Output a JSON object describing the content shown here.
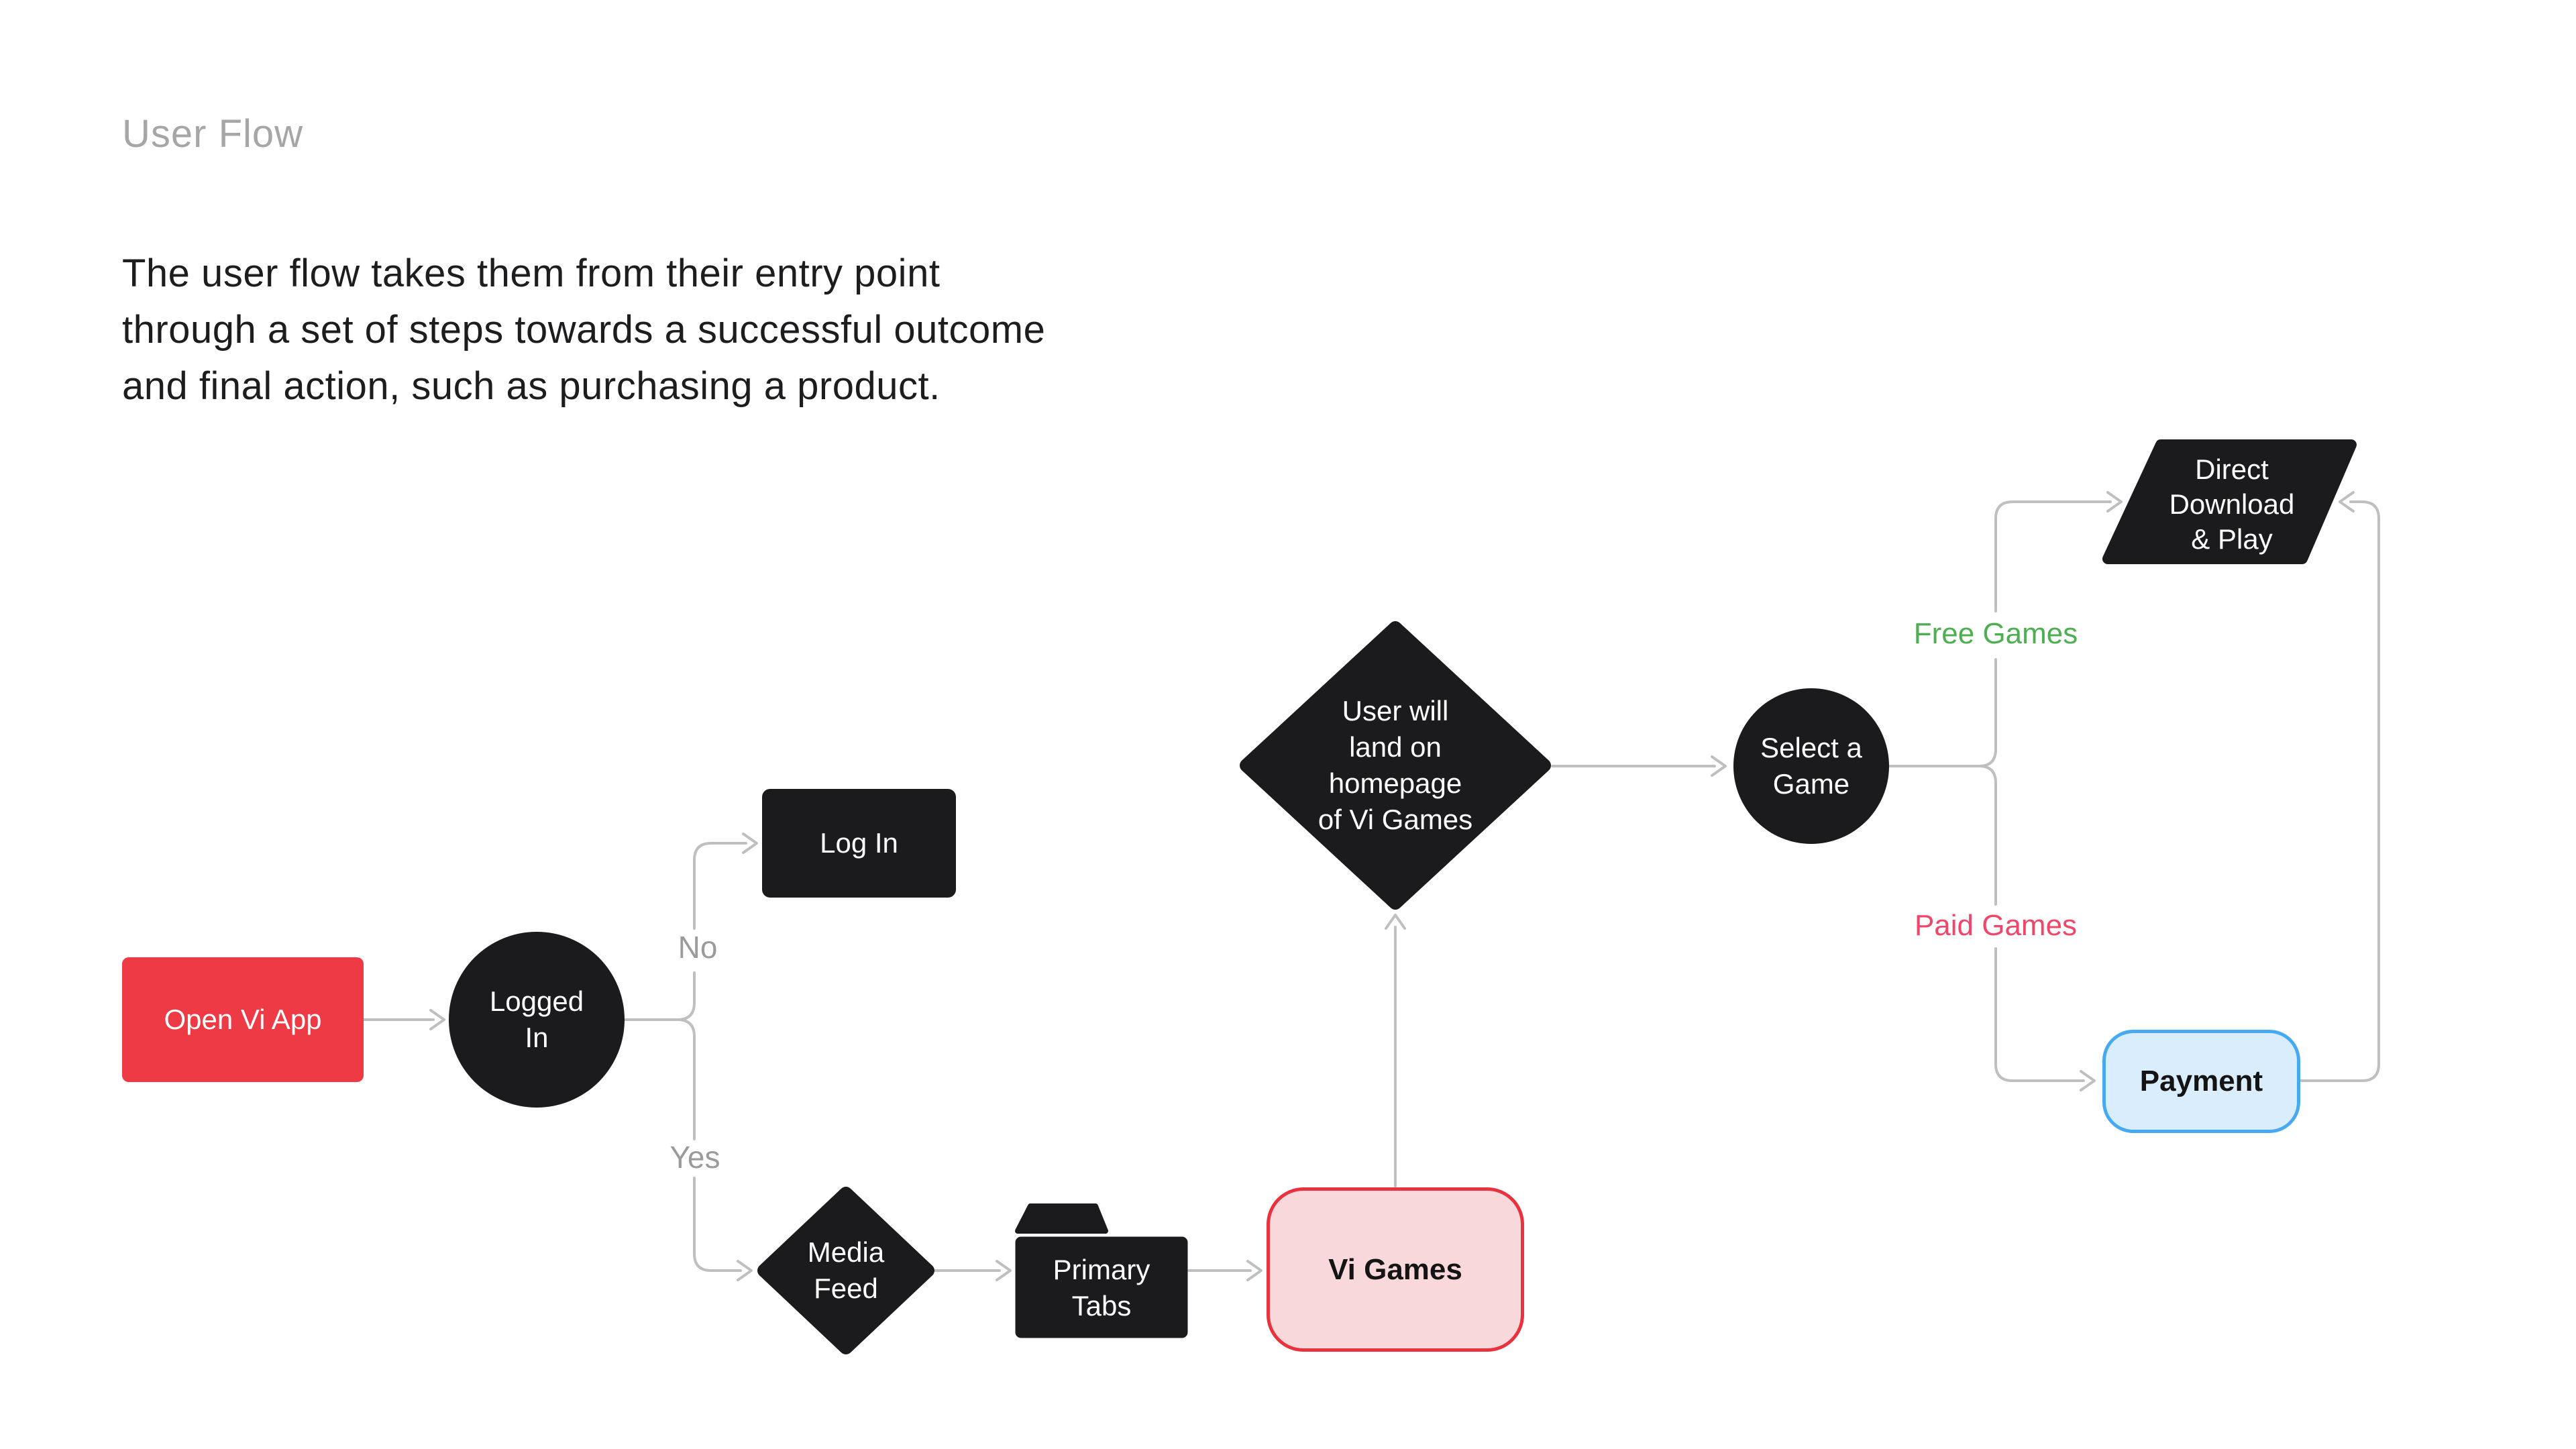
{
  "header": {
    "title": "User Flow",
    "description": "The user flow takes them from their entry point\nthrough a set of steps towards a successful outcome\nand final action, such as purchasing a product."
  },
  "nodes": {
    "open_vi_app": {
      "label": "Open Vi App",
      "fill": "#EE3A44",
      "text_color": "#FFFFFF"
    },
    "logged_in": {
      "label": "Logged\nIn",
      "fill": "#1B1B1D"
    },
    "log_in": {
      "label": "Log In",
      "fill": "#1B1B1D"
    },
    "media_feed": {
      "label": "Media\nFeed",
      "fill": "#1B1B1D"
    },
    "primary_tabs": {
      "label": "Primary\nTabs",
      "fill": "#1B1B1D"
    },
    "vi_games": {
      "label": "Vi Games",
      "fill": "#F9D8DB",
      "border": "#E8323E"
    },
    "landing": {
      "label": "User will\nland on\nhomepage\nof Vi Games",
      "fill": "#1B1B1D"
    },
    "select_game": {
      "label": "Select a\nGame",
      "fill": "#1B1B1D"
    },
    "direct_download": {
      "label": "Direct\nDownload\n& Play",
      "fill": "#1B1B1D"
    },
    "payment": {
      "label": "Payment",
      "fill": "#D9EDFC",
      "border": "#45AAF2"
    }
  },
  "edge_labels": {
    "no": "No",
    "yes": "Yes",
    "free": "Free Games",
    "paid": "Paid Games"
  },
  "theme": {
    "bg": "#FFFFFF",
    "ink": "#1B1B1D",
    "red": "#EE3A44",
    "pink-fill": "#F9D8DB",
    "pink-border": "#E8323E",
    "blue-fill": "#D9EDFC",
    "blue-border": "#45AAF2",
    "green": "#4CAF50",
    "paid": "#F0466A",
    "line": "#BFBFBF",
    "label-gray": "#9B9B9B",
    "title-gray": "#A6A6A6",
    "text-dark": "#1D1D1F"
  }
}
